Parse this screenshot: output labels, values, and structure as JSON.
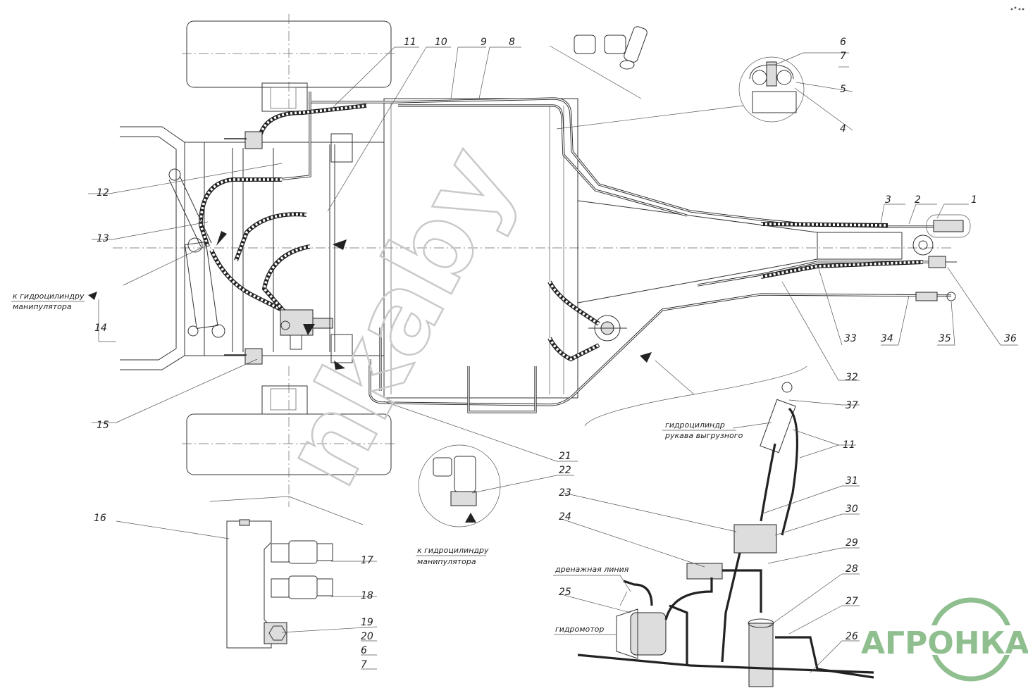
{
  "callouts": [
    {
      "id": "c1",
      "text": "1"
    },
    {
      "id": "c2",
      "text": "2"
    },
    {
      "id": "c3",
      "text": "3"
    },
    {
      "id": "c4",
      "text": "4"
    },
    {
      "id": "c5",
      "text": "5"
    },
    {
      "id": "c6",
      "text": "6"
    },
    {
      "id": "c7",
      "text": "7"
    },
    {
      "id": "c8",
      "text": "8"
    },
    {
      "id": "c9",
      "text": "9"
    },
    {
      "id": "c10",
      "text": "10"
    },
    {
      "id": "c11",
      "text": "11"
    },
    {
      "id": "c12",
      "text": "12"
    },
    {
      "id": "c13",
      "text": "13"
    },
    {
      "id": "c14",
      "text": "14"
    },
    {
      "id": "c15",
      "text": "15"
    },
    {
      "id": "c16",
      "text": "16"
    },
    {
      "id": "c17",
      "text": "17"
    },
    {
      "id": "c18",
      "text": "18"
    },
    {
      "id": "c19",
      "text": "19"
    },
    {
      "id": "c20",
      "text": "20"
    },
    {
      "id": "c6b",
      "text": "6"
    },
    {
      "id": "c7b",
      "text": "7"
    },
    {
      "id": "c21",
      "text": "21"
    },
    {
      "id": "c22",
      "text": "22"
    },
    {
      "id": "c23",
      "text": "23"
    },
    {
      "id": "c24",
      "text": "24"
    },
    {
      "id": "c25",
      "text": "25"
    },
    {
      "id": "c26",
      "text": "26"
    },
    {
      "id": "c27",
      "text": "27"
    },
    {
      "id": "c28",
      "text": "28"
    },
    {
      "id": "c29",
      "text": "29"
    },
    {
      "id": "c30",
      "text": "30"
    },
    {
      "id": "c31",
      "text": "31"
    },
    {
      "id": "c11b",
      "text": "11"
    },
    {
      "id": "c37",
      "text": "37"
    },
    {
      "id": "c32",
      "text": "32"
    },
    {
      "id": "c33",
      "text": "33"
    },
    {
      "id": "c34",
      "text": "34"
    },
    {
      "id": "c35",
      "text": "35"
    },
    {
      "id": "c36",
      "text": "36"
    }
  ],
  "captions": {
    "to_manip_cyl_left_1": "к гидроцилиндру",
    "to_manip_cyl_left_2": "манипулятора",
    "to_manip_cyl_bottom_1": "к гидроцилиндру",
    "to_manip_cyl_bottom_2": "манипулятора",
    "unload_cyl_1": "гидроцилиндр",
    "unload_cyl_2": "рукава выгрузного",
    "drain_line": "дренажная линия",
    "hydromotor": "гидромотор"
  },
  "watermark": "nkaby",
  "logo": {
    "text": "АГРОНКА",
    "color": "#8fbf8f"
  }
}
